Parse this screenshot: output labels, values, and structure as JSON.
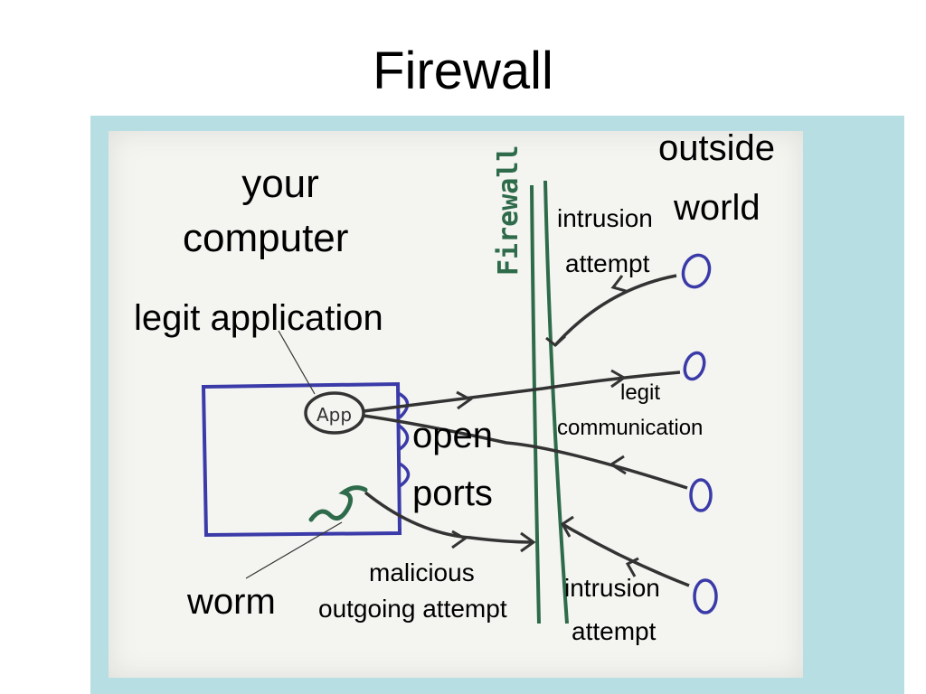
{
  "slide": {
    "title": "Firewall"
  },
  "diagram": {
    "labels": {
      "your_computer_line1": "your",
      "your_computer_line2": "computer",
      "legit_application": "legit application",
      "outside_line1": "outside",
      "outside_line2": "world",
      "intrusion_top_line1": "intrusion",
      "intrusion_top_line2": "attempt",
      "legit_comm_line1": "legit",
      "legit_comm_line2": "communication",
      "open_ports_line1": "open",
      "open_ports_line2": "ports",
      "malicious_line1": "malicious",
      "malicious_line2": "outgoing attempt",
      "intrusion_bottom_line1": "intrusion",
      "intrusion_bottom_line2": "attempt",
      "worm": "worm",
      "firewall_handwritten": "Firewall",
      "app_handwritten": "App"
    },
    "colors": {
      "background_frame": "#b7dfe3",
      "paper": "#f4f4f1",
      "computer_box": "#3a3aa8",
      "firewall": "#2e6b4a",
      "arrows": "#333333",
      "worm": "#2e6b4a",
      "hosts": "#3a3aa8"
    }
  }
}
